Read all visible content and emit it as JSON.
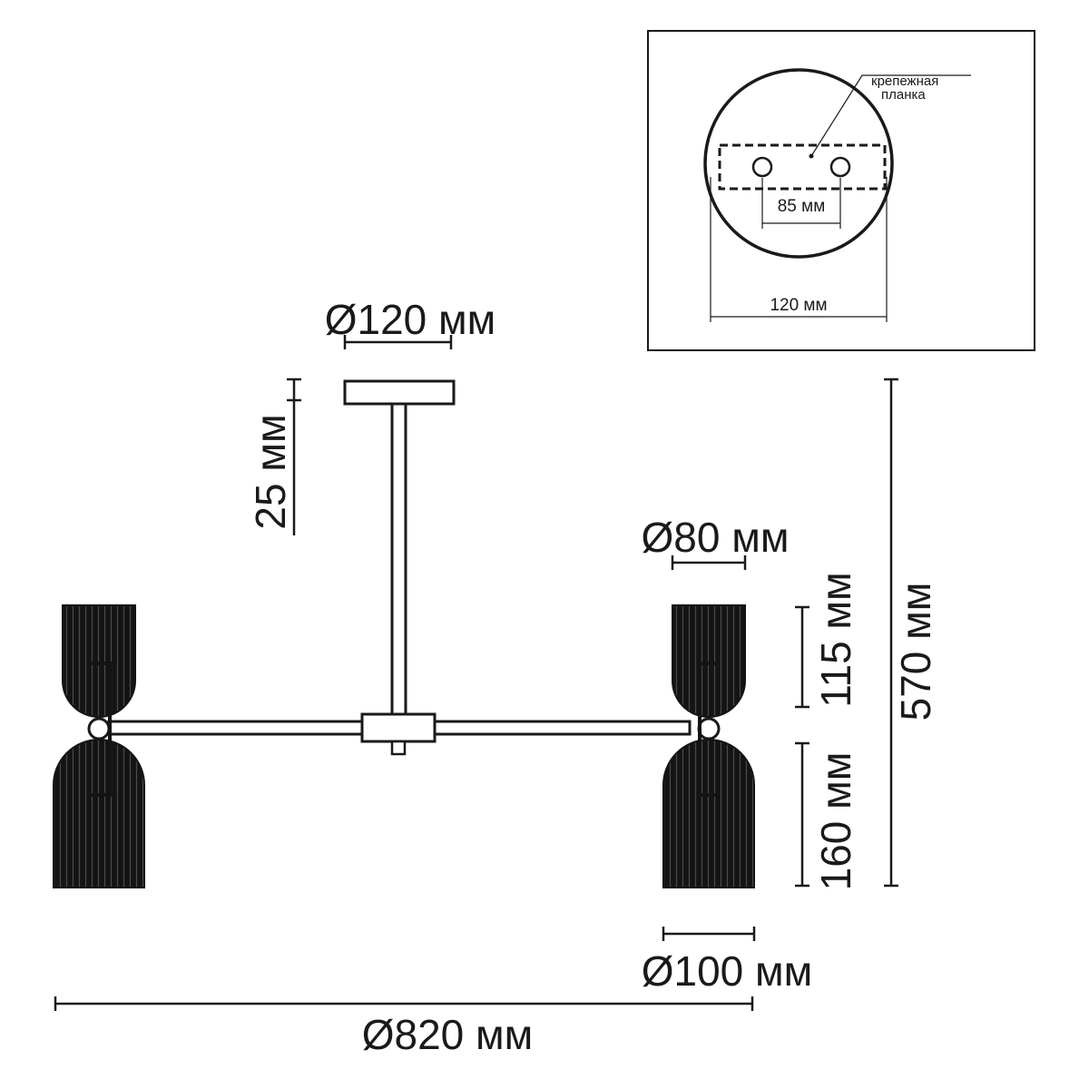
{
  "dimensions": {
    "canopy_diameter": "Ø120 мм",
    "canopy_height": "25 мм",
    "shade_top_diameter": "Ø80 мм",
    "shade_top_height": "115 мм",
    "shade_bottom_height": "160 мм",
    "total_height": "570 мм",
    "shade_bottom_diameter": "Ø100 мм",
    "total_diameter": "Ø820 мм"
  },
  "mount_detail": {
    "bracket_label_line1": "крепежная",
    "bracket_label_line2": "планка",
    "hole_spacing": "85 мм",
    "plate_diameter": "120 мм"
  },
  "colors": {
    "line": "#1a1a1a",
    "shade": "#141414",
    "rib": "#4a4a4a"
  }
}
